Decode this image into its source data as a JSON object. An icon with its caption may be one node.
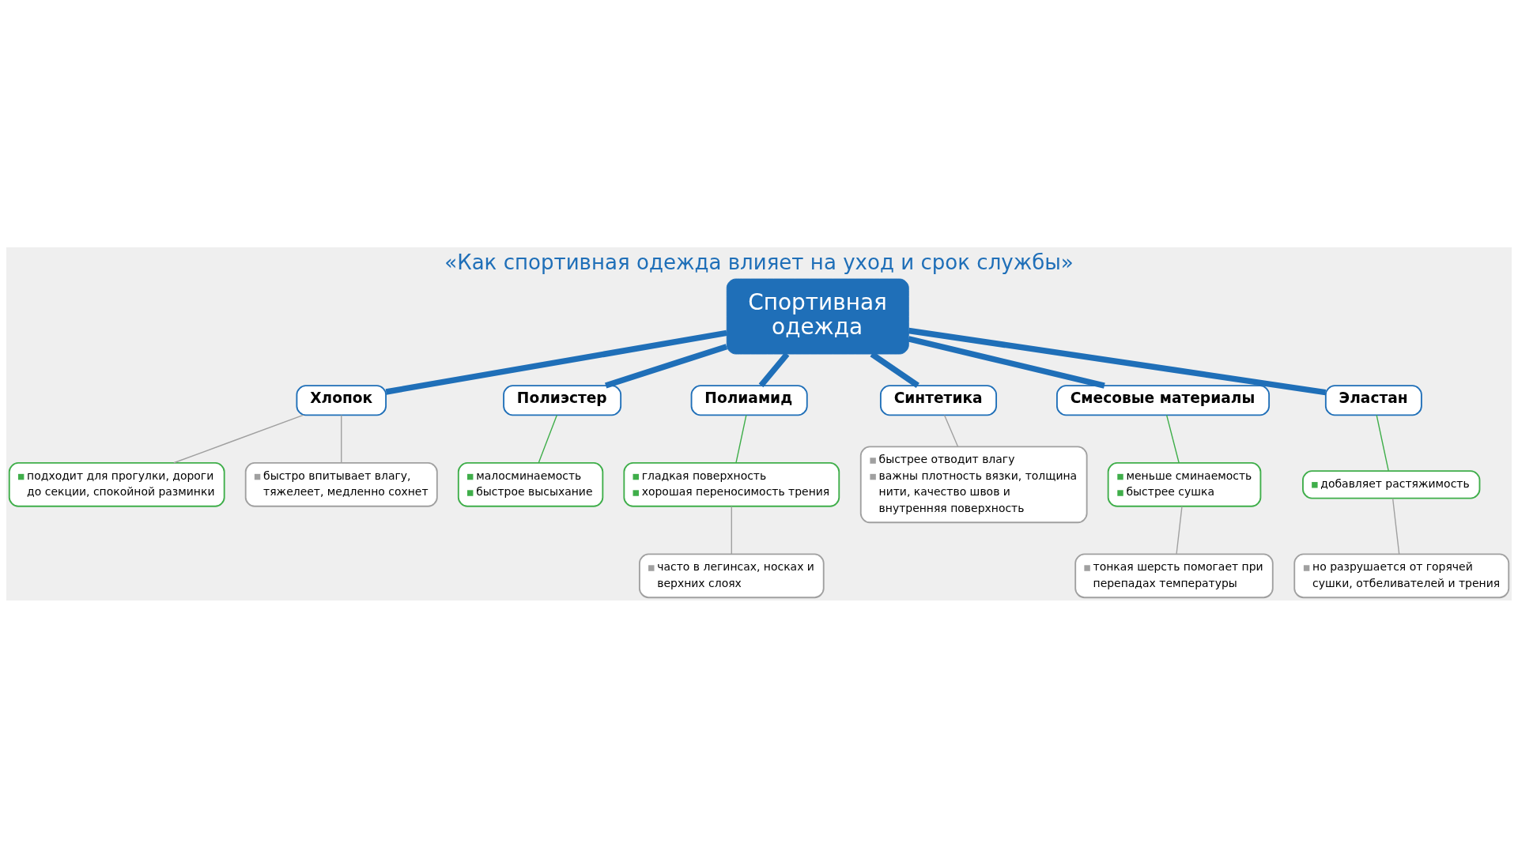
{
  "diagram": {
    "title": "«Как спортивная одежда влияет на уход и срок службы»",
    "nodes": [
      {
        "text": [
          "Спортивная одежда"
        ]
      },
      {
        "text": [
          "Хлопок"
        ]
      },
      {
        "text": [
          "подходит для прогулки, дороги до секции, спокойной разминки"
        ]
      },
      {
        "text": [
          "быстро впитывает влагу, тяжелеет, медленно сохнет"
        ]
      },
      {
        "text": [
          "Полиэстер"
        ]
      },
      {
        "text": [
          "малосминаемость",
          "быстрое высыхание"
        ]
      },
      {
        "text": [
          "Полиамид"
        ]
      },
      {
        "text": [
          "гладкая поверхность",
          "хорошая переносимость трения"
        ]
      },
      {
        "text": [
          "часто в легинсах, носках и верхних слоях"
        ]
      },
      {
        "text": [
          "Синтетика"
        ]
      },
      {
        "text": [
          "быстрее отводит влагу",
          "важны плотность вязки, толщина нити, качество швов и внутренняя поверхность"
        ]
      },
      {
        "text": [
          "Смесовые материалы"
        ]
      },
      {
        "text": [
          "меньше сминаемость",
          "быстрее сушка"
        ]
      },
      {
        "text": [
          "тонкая шерсть помогает при перепадах температуры"
        ]
      },
      {
        "text": [
          "Эластан"
        ]
      },
      {
        "text": [
          "добавляет растяжимость"
        ]
      },
      {
        "text": [
          "но разрушается от горячей сушки, отбеливателей и трения"
        ]
      }
    ],
    "edges": [
      {
        "from": 0,
        "to": 1,
        "arrow": "none",
        "style": "thick",
        "color": "#1f6fb8"
      },
      {
        "from": 0,
        "to": 4,
        "arrow": "none",
        "style": "thick",
        "color": "#1f6fb8"
      },
      {
        "from": 0,
        "to": 6,
        "arrow": "none",
        "style": "thick",
        "color": "#1f6fb8"
      },
      {
        "from": 0,
        "to": 9,
        "arrow": "none",
        "style": "thick",
        "color": "#1f6fb8"
      },
      {
        "from": 0,
        "to": 11,
        "arrow": "none",
        "style": "thick",
        "color": "#1f6fb8"
      },
      {
        "from": 0,
        "to": 14,
        "arrow": "none",
        "style": "thick",
        "color": "#1f6fb8"
      },
      {
        "from": 1,
        "to": 2,
        "arrow": "none",
        "color": "#a0a0a0"
      },
      {
        "from": 1,
        "to": 3,
        "arrow": "none",
        "color": "#a0a0a0"
      },
      {
        "from": 4,
        "to": 5,
        "arrow": "none",
        "color": "#3fae4a"
      },
      {
        "from": 6,
        "to": 7,
        "arrow": "none",
        "color": "#3fae4a"
      },
      {
        "from": 7,
        "to": 8,
        "arrow": "none",
        "color": "#a0a0a0"
      },
      {
        "from": 9,
        "to": 10,
        "arrow": "none",
        "color": "#a0a0a0"
      },
      {
        "from": 11,
        "to": 12,
        "arrow": "none",
        "color": "#3fae4a"
      },
      {
        "from": 12,
        "to": 13,
        "arrow": "none",
        "color": "#a0a0a0"
      },
      {
        "from": 14,
        "to": 15,
        "arrow": "none",
        "color": "#3fae4a"
      },
      {
        "from": 15,
        "to": 16,
        "arrow": "none",
        "color": "#a0a0a0"
      }
    ]
  }
}
